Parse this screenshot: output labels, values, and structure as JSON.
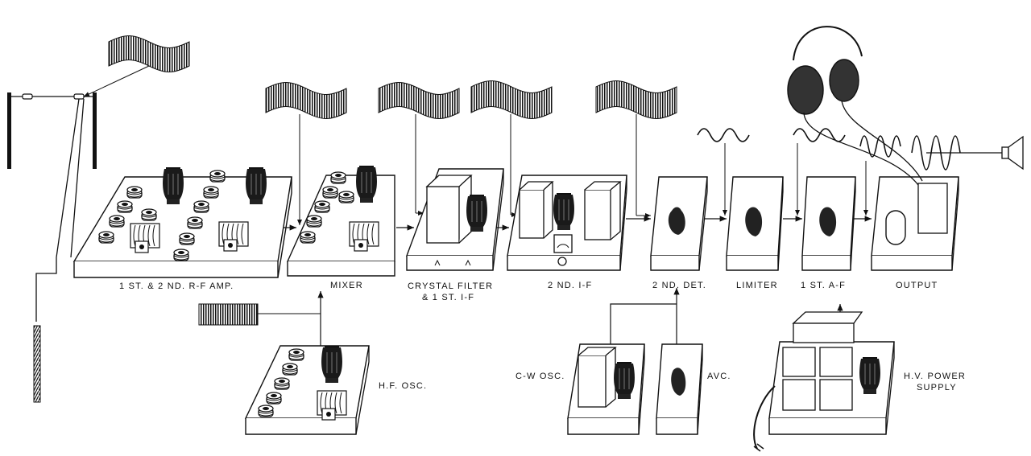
{
  "labels": {
    "rf_amp": "1 ST. & 2 ND. R-F AMP.",
    "mixer": "MIXER",
    "crystal_filter_1": "CRYSTAL FILTER",
    "crystal_filter_2": "& 1 ST. I-F",
    "if2": "2 ND. I-F",
    "det2": "2 ND. DET.",
    "limiter": "LIMITER",
    "af1": "1 ST. A-F",
    "output": "OUTPUT",
    "hf_osc": "H.F. OSC.",
    "cw_osc": "C-W OSC.",
    "avc": "AVC.",
    "hv_1": "H.V. POWER",
    "hv_2": "SUPPLY"
  }
}
